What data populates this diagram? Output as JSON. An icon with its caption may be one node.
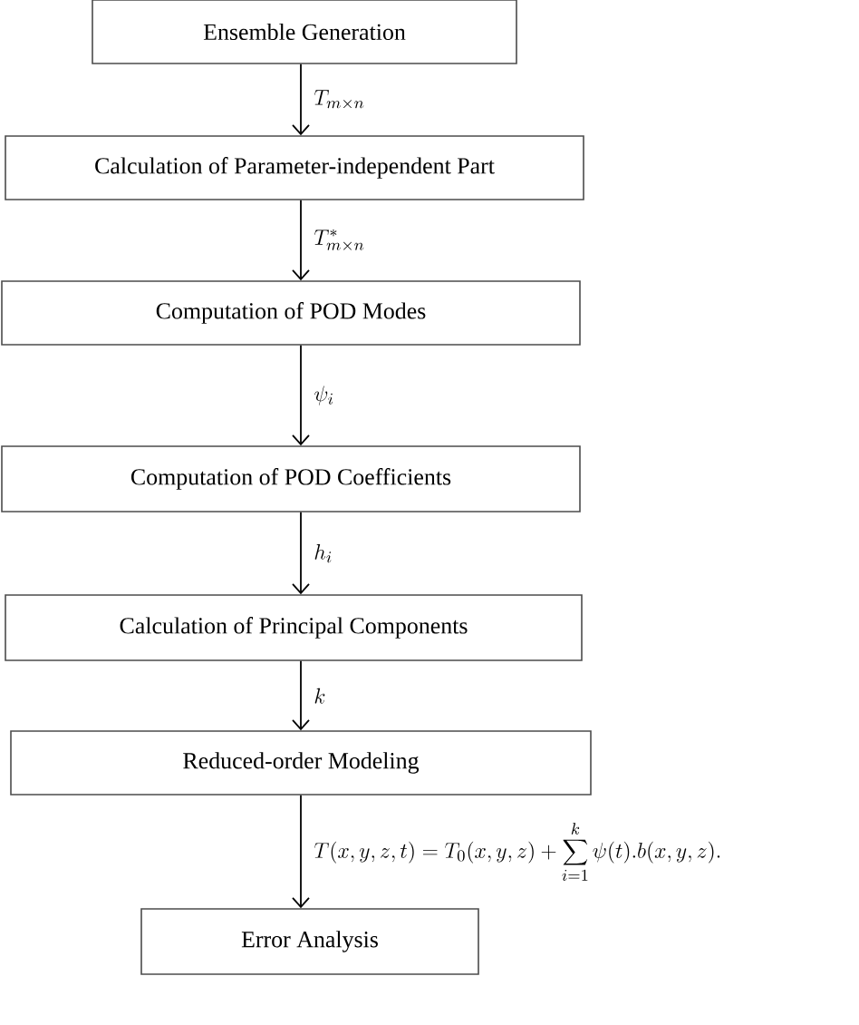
{
  "diagram": {
    "nodes": [
      {
        "text": [
          "Ensemble Generation"
        ]
      },
      {
        "text": [
          "Calculation of Parameter-independent Part"
        ]
      },
      {
        "text": [
          "Computation of POD Modes"
        ]
      },
      {
        "text": [
          "Computation of POD Coefficients"
        ]
      },
      {
        "text": [
          "Calculation of Principal Components"
        ]
      },
      {
        "text": [
          "Reduced-order Modeling"
        ]
      },
      {
        "text": [
          "Error Analysis"
        ]
      }
    ],
    "edges": [
      {
        "from": 0,
        "to": 1,
        "arrow": "to",
        "label": "T_{m\\times n}"
      },
      {
        "from": 1,
        "to": 2,
        "arrow": "to",
        "label": "T^{*}_{m\\times n}"
      },
      {
        "from": 2,
        "to": 3,
        "arrow": "to",
        "label": "\\psi_{i}"
      },
      {
        "from": 3,
        "to": 4,
        "arrow": "to",
        "label": "h_{i}"
      },
      {
        "from": 4,
        "to": 5,
        "arrow": "to",
        "label": "k"
      },
      {
        "from": 5,
        "to": 6,
        "arrow": "to",
        "label": "T(x,y,z,t)=T_{0}(x,y,z)+\\sum_{i=1}^{k}\\psi(t).b(x,y,z)."
      }
    ]
  }
}
